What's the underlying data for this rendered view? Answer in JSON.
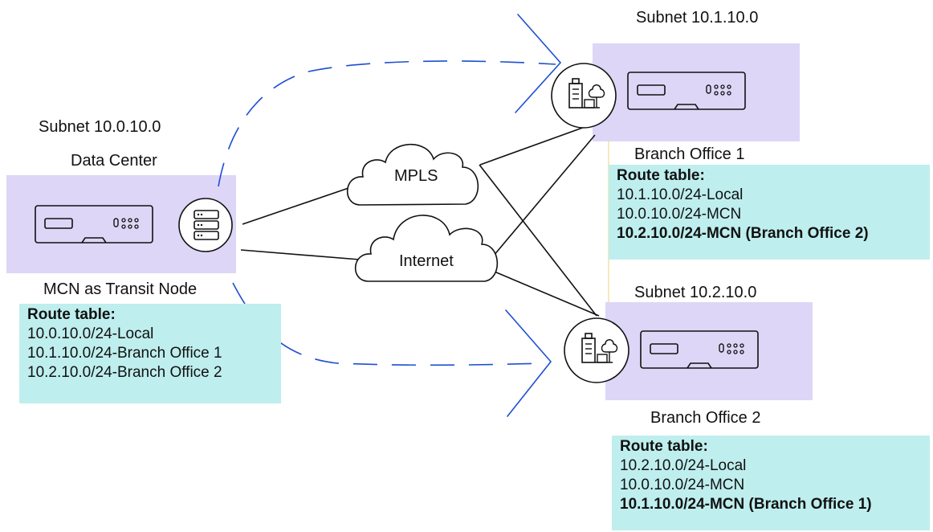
{
  "colors": {
    "device_panel": "#ddd6f7",
    "route_table_bg": "#bfeeee",
    "dash_path": "#1d4fd1",
    "line": "#111111",
    "connector": "#f2d27a"
  },
  "data_center": {
    "subnet": "Subnet 10.0.10.0",
    "name": "Data Center",
    "role": "MCN as Transit Node",
    "icon": "server-icon",
    "route_table": {
      "title": "Route table:",
      "rows": [
        "10.0.10.0/24-Local",
        "10.1.10.0/24-Branch Office 1",
        "10.2.10.0/24-Branch Office 2"
      ]
    }
  },
  "networks": {
    "mpls": "MPLS",
    "internet": "Internet"
  },
  "branch1": {
    "subnet": "Subnet 10.1.10.0",
    "name": "Branch Office 1",
    "icon": "building-icon",
    "route_table": {
      "title": "Route table:",
      "rows": [
        "10.1.10.0/24-Local",
        "10.0.10.0/24-MCN",
        "10.2.10.0/24-MCN (Branch Office 2)"
      ]
    }
  },
  "branch2": {
    "subnet": "Subnet 10.2.10.0",
    "name": "Branch Office 2",
    "icon": "building-icon",
    "route_table": {
      "title": "Route table:",
      "rows": [
        "10.2.10.0/24-Local",
        "10.0.10.0/24-MCN",
        "10.1.10.0/24-MCN (Branch Office 1)"
      ]
    }
  }
}
